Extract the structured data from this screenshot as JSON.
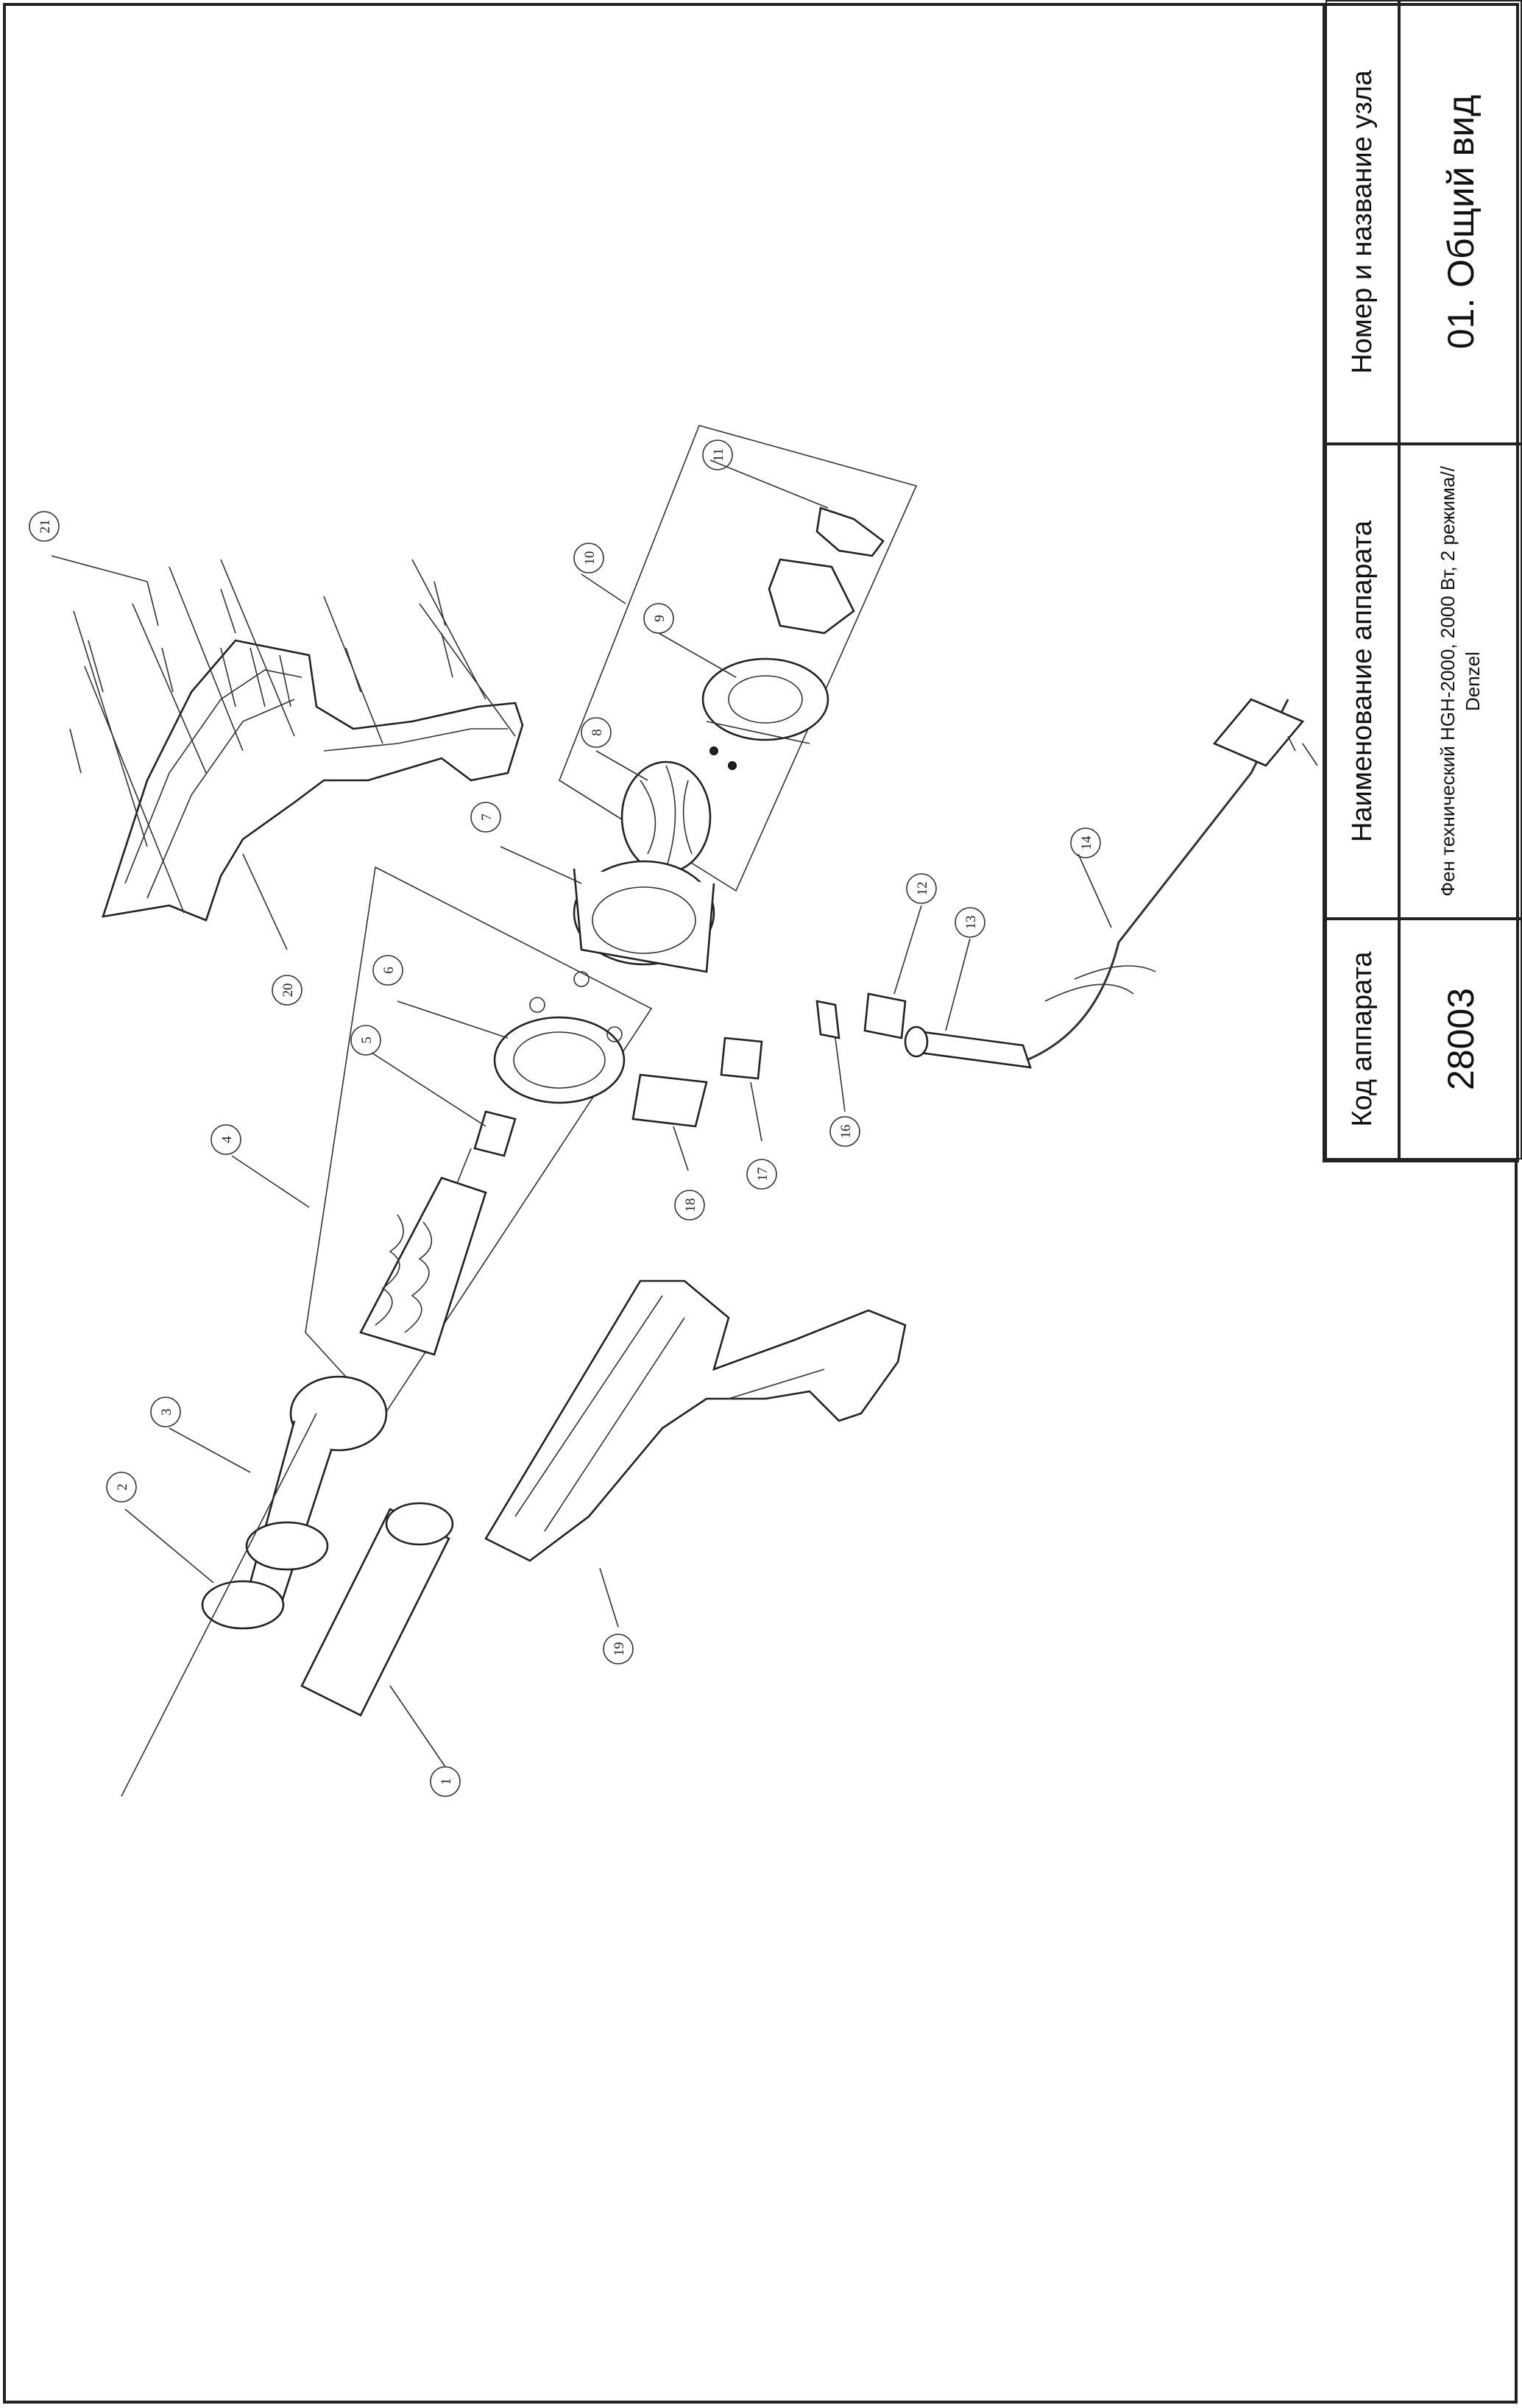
{
  "title_block": {
    "code_header": "Код аппарата",
    "name_header": "Наименование аппарата",
    "node_header": "Номер и название узла",
    "code_value": "28003",
    "name_value": "Фен технический HGH-2000, 2000 Вт, 2 режима// Denzel",
    "node_value": "01. Общий вид"
  },
  "callouts": [
    "1",
    "2",
    "3",
    "4",
    "5",
    "6",
    "7",
    "8",
    "9",
    "10",
    "11",
    "12",
    "13",
    "14",
    "16",
    "17",
    "18",
    "19",
    "20",
    "21"
  ]
}
